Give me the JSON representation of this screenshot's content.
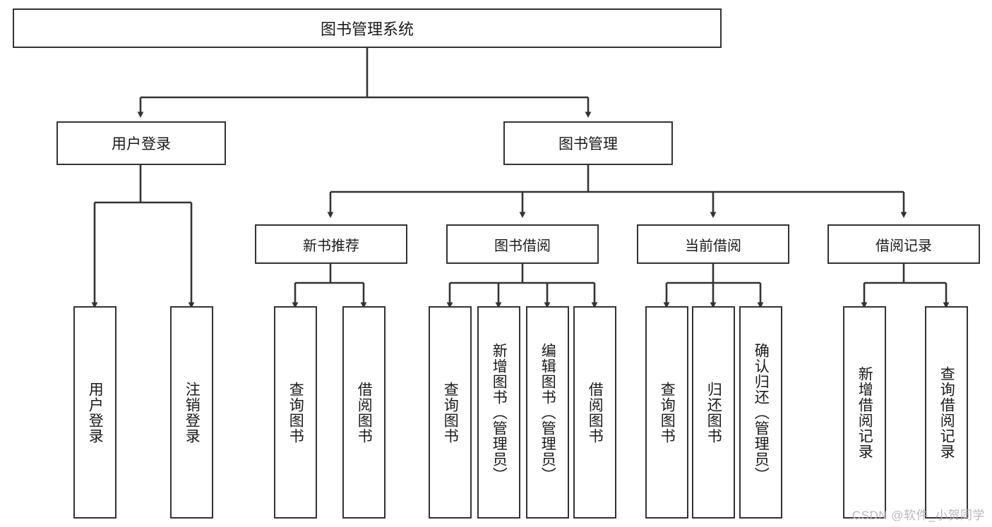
{
  "diagram": {
    "title": "图书管理系统",
    "type": "tree",
    "style": {
      "box_border_color": "#333333",
      "box_fill": "#ffffff",
      "line_color": "#333333",
      "text_color": "#1a1a1a"
    },
    "root": {
      "label": "图书管理系统"
    },
    "level1": [
      {
        "id": "user-login",
        "label": "用户登录"
      },
      {
        "id": "book-manage",
        "label": "图书管理"
      }
    ],
    "level2": [
      {
        "id": "new-book-recommend",
        "label": "新书推荐"
      },
      {
        "id": "book-borrow",
        "label": "图书借阅"
      },
      {
        "id": "current-borrow",
        "label": "当前借阅"
      },
      {
        "id": "borrow-record",
        "label": "借阅记录"
      }
    ],
    "leaves": [
      {
        "id": "leaf-user-login",
        "parent": "user-login",
        "label": "用户登录"
      },
      {
        "id": "leaf-logout-login",
        "parent": "user-login",
        "label": "注销登录"
      },
      {
        "id": "leaf-query-book-1",
        "parent": "new-book-recommend",
        "label": "查询图书"
      },
      {
        "id": "leaf-borrow-book-1",
        "parent": "new-book-recommend",
        "label": "借阅图书"
      },
      {
        "id": "leaf-query-book-2",
        "parent": "book-borrow",
        "label": "查询图书"
      },
      {
        "id": "leaf-add-book",
        "parent": "book-borrow",
        "label": "新增图书（管理员）"
      },
      {
        "id": "leaf-edit-book",
        "parent": "book-borrow",
        "label": "编辑图书（管理员）"
      },
      {
        "id": "leaf-borrow-book-2",
        "parent": "book-borrow",
        "label": "借阅图书"
      },
      {
        "id": "leaf-query-book-3",
        "parent": "current-borrow",
        "label": "查询图书"
      },
      {
        "id": "leaf-return-book",
        "parent": "current-borrow",
        "label": "归还图书"
      },
      {
        "id": "leaf-confirm-return",
        "parent": "current-borrow",
        "label": "确认归还（管理员）"
      },
      {
        "id": "leaf-add-record",
        "parent": "borrow-record",
        "label": "新增借阅记录"
      },
      {
        "id": "leaf-query-record",
        "parent": "borrow-record",
        "label": "查询借阅记录"
      }
    ]
  },
  "watermark": {
    "text": "CSDN @软件_小贺同学"
  }
}
